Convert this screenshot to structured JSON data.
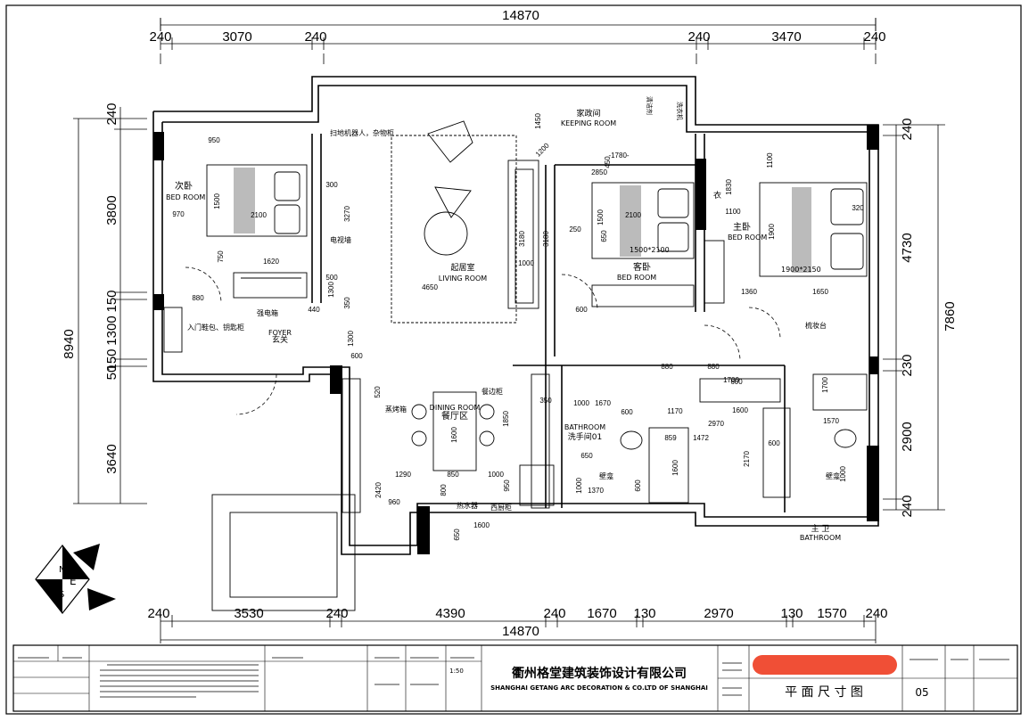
{
  "dimensions": {
    "top_total": "14870",
    "top_segments": [
      "240",
      "3070",
      "240",
      "240",
      "3470",
      "240"
    ],
    "bottom_total": "14870",
    "bottom_segments": [
      "240",
      "3530",
      "240",
      "4390",
      "240",
      "1670",
      "130",
      "2970",
      "130",
      "1570",
      "240"
    ],
    "left_outer": "8940",
    "left_inner": [
      "240",
      "3800",
      "150",
      "1300",
      "150",
      "3640"
    ],
    "left_small": [
      "50"
    ],
    "right_outer": "7860",
    "right_inner": [
      "240",
      "4730",
      "230",
      "2900",
      "240"
    ]
  },
  "rooms": {
    "second_bedroom_cn": "次卧",
    "second_bedroom_en": "BED ROOM",
    "guest_bedroom_cn": "客卧",
    "guest_bedroom_en": "BED ROOM",
    "master_bedroom_cn": "主卧",
    "master_bedroom_en": "BED ROOM",
    "living_cn": "起居室",
    "living_en": "LIVING ROOM",
    "keeping_cn": "家政间",
    "keeping_en": "KEEPING ROOM",
    "foyer_en": "FOYER",
    "foyer_cn": "玄关",
    "dining_en": "DINING ROOM",
    "dining_cn": "餐厅区",
    "bath1_en": "BATHROOM",
    "bath1_cn": "洗手间01",
    "master_bath_cn": "主 卫",
    "master_bath_en": "BATHROOM"
  },
  "annotations": {
    "sweeper": "扫地机器人，杂物柜",
    "tv_wall": "电视墙",
    "elec_box": "强电箱",
    "shoe_cabinet": "入门鞋包、钥匙柜",
    "steam_oven": "蒸烤箱",
    "sideboard": "餐边柜",
    "water_heater": "热水器",
    "western_kitchen": "西厨柜",
    "niche1": "壁龛",
    "niche2": "壁龛",
    "dresser": "梳妆台",
    "bed_size_guest": "1500*2100",
    "bed_size_master": "1900*2150",
    "wardrobe_label": "衣",
    "washer": "洗衣机",
    "detergent": "清洁剂"
  },
  "room_dims": [
    "950",
    "970",
    "1500",
    "2100",
    "750",
    "1620",
    "880",
    "500",
    "300",
    "3270",
    "1300",
    "350",
    "440",
    "1450",
    "1100",
    "2850",
    "-1780-",
    "1830",
    "1100",
    "1500",
    "2100",
    "1900",
    "320",
    "650",
    "1360",
    "1650",
    "1700",
    "3180",
    "3180",
    "1000",
    "4650",
    "250",
    "450",
    "1200",
    "600",
    "880",
    "880",
    "1300",
    "600",
    "520",
    "1850",
    "1600",
    "1290",
    "850",
    "1000",
    "2420",
    "960",
    "800",
    "950",
    "1600",
    "650",
    "350",
    "1670",
    "600",
    "1170",
    "1600",
    "2970",
    "1472",
    "859",
    "1600",
    "2170",
    "600",
    "1570",
    "650",
    "1370",
    "1000",
    "600",
    "1000",
    "600",
    "1700",
    "1000",
    "1000"
  ],
  "title_block": {
    "company_cn": "衢州格堂建筑装饰设计有限公司",
    "company_en": "SHANGHAI GETANG ARC DECORATION & CO.LTD OF SHANGHAI",
    "drawing_title": "平 面 尺 寸 图",
    "sheet_no": "05",
    "scale": "1:50"
  },
  "compass": {
    "n": "N",
    "e": "E",
    "s": "S",
    "w": "W"
  },
  "colors": {
    "line": "#000000",
    "redaction": "#f04f36",
    "paper": "#ffffff"
  }
}
